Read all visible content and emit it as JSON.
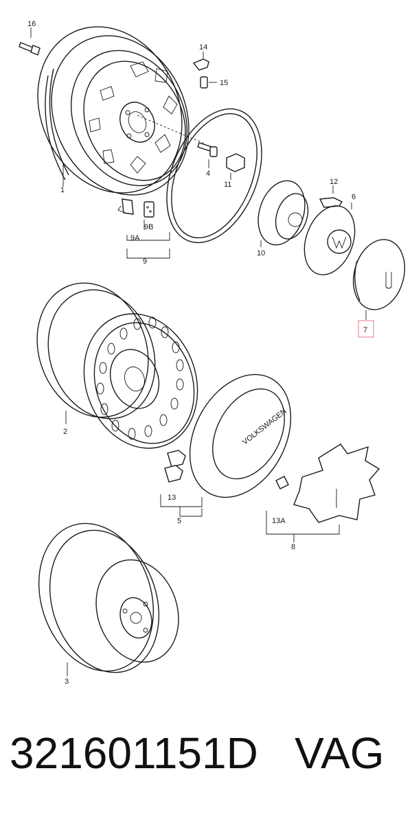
{
  "callouts": {
    "c1": "1",
    "c2": "2",
    "c3": "3",
    "c4": "4",
    "c5": "5",
    "c6": "6",
    "c7": "7",
    "c8": "8",
    "c9": "9",
    "c9a": "9A",
    "c9b": "9B",
    "c10": "10",
    "c11": "11",
    "c12": "12",
    "c13": "13",
    "c13a": "13A",
    "c14": "14",
    "c15": "15",
    "c16": "16"
  },
  "hub_emblem_text": "VOLKSWAGEN",
  "footer": {
    "part_number": "321601151D",
    "brand": "VAG"
  },
  "colors": {
    "lines": "#1a1a1a",
    "highlight": "#e88f9a",
    "background": "#ffffff"
  }
}
